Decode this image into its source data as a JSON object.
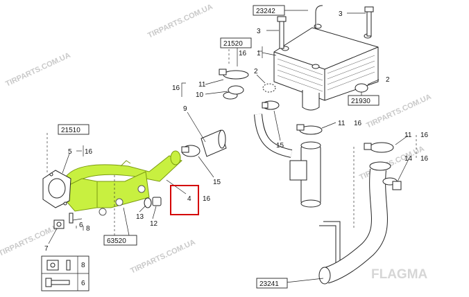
{
  "watermark": {
    "site": "TIRPARTS.COM.UA",
    "brand": "FLAGMA"
  },
  "refs": {
    "r23242": "23242",
    "r21520": "21520",
    "r21930": "21930",
    "r21510": "21510",
    "r63520": "63520",
    "r23241": "23241"
  },
  "labels": {
    "n3a": "3",
    "n16a": "16",
    "n3b": "3",
    "n16b": "16",
    "n1": "1",
    "n2a": "2",
    "n2b": "2",
    "n16c": "16",
    "n11a": "11",
    "n10": "10",
    "n9": "9",
    "n15a": "15",
    "n15b": "15",
    "n11b": "11",
    "n16d": "16",
    "n11c": "11",
    "n16e": "16",
    "n14": "14",
    "n16f": "16",
    "n5": "5",
    "n16g": "16",
    "n4": "4",
    "n16h": "16",
    "n13": "13",
    "n12": "12",
    "n6": "6",
    "n8a": "8",
    "n7": "7"
  },
  "legend": {
    "row1": "8",
    "row2": "6"
  },
  "colors": {
    "highlight": "#c8f040",
    "highlight_stroke": "#7a9a10",
    "red_box": "#d40000"
  }
}
